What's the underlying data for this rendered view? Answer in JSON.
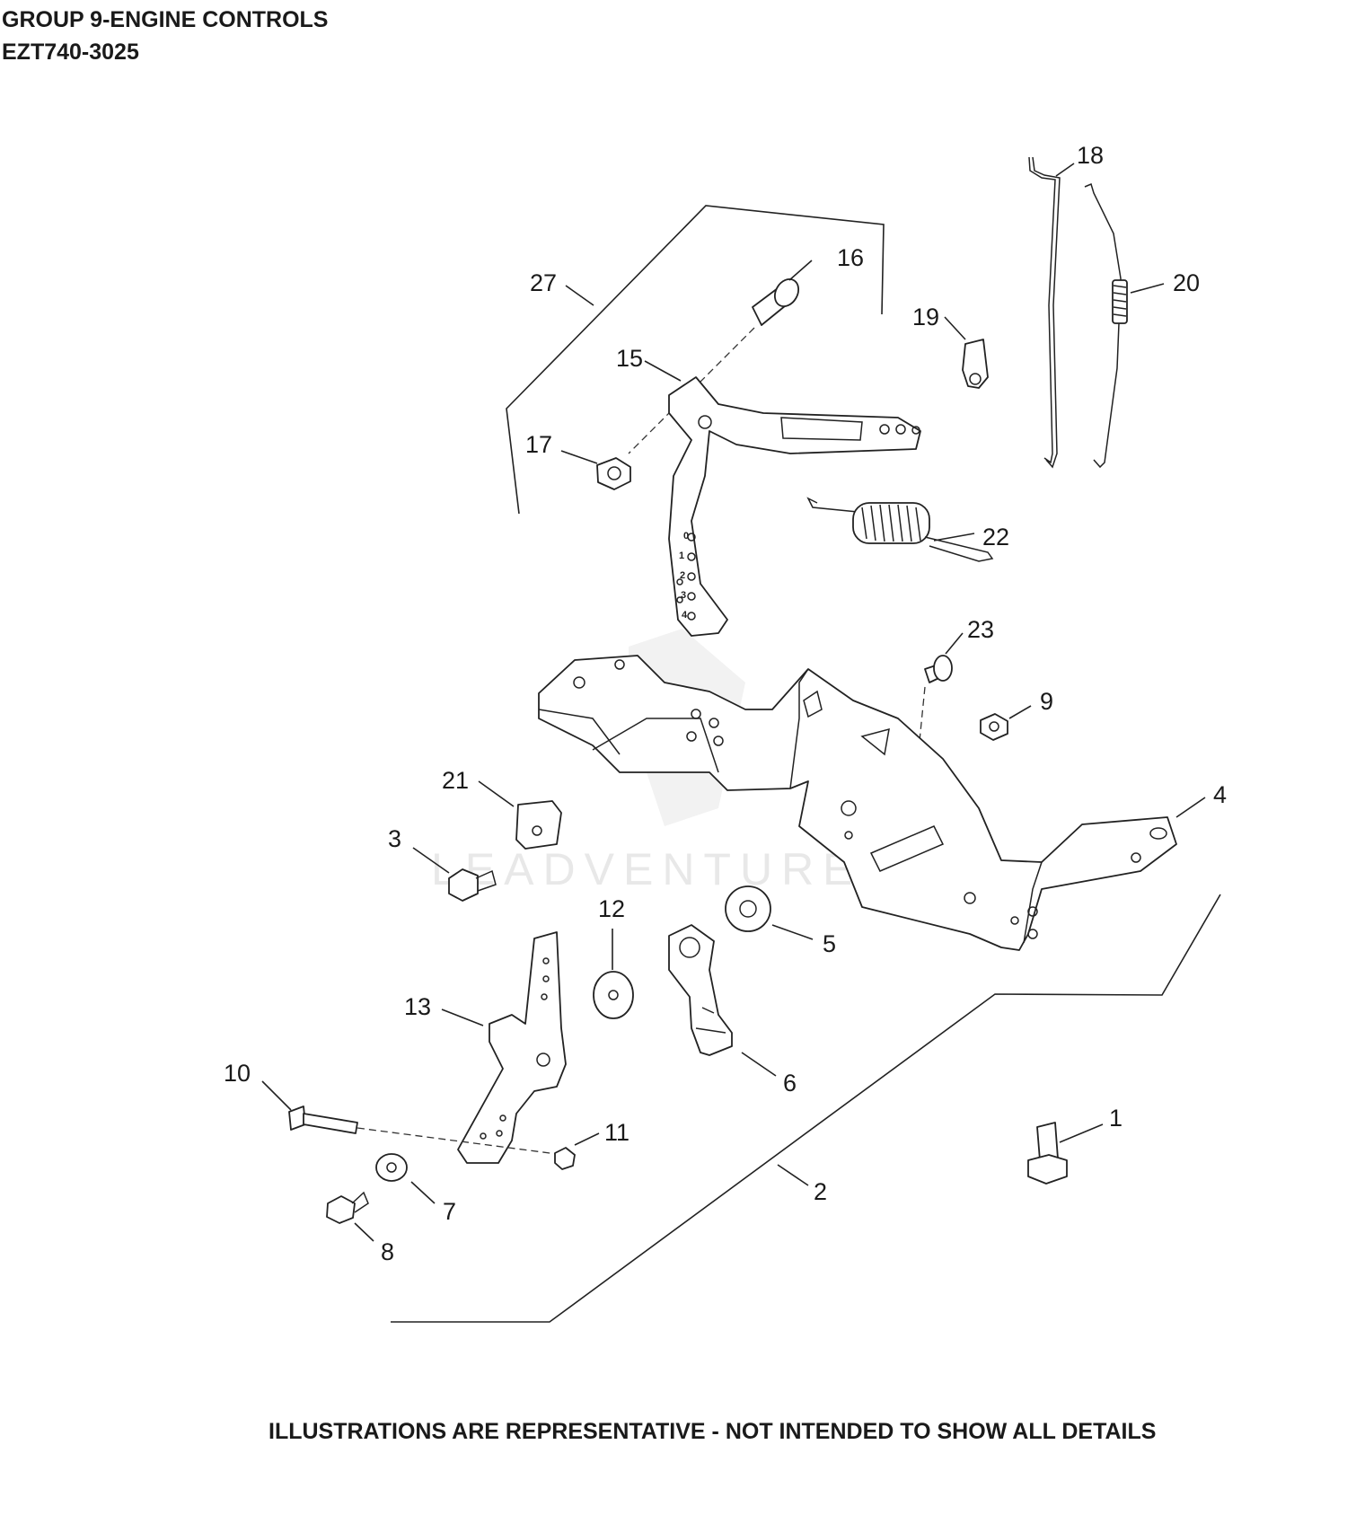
{
  "header": {
    "title": "GROUP 9-ENGINE CONTROLS",
    "model": "EZT740-3025"
  },
  "watermark": "LEADVENTURE",
  "footer": "ILLUSTRATIONS ARE REPRESENTATIVE - NOT INTENDED TO SHOW ALL DETAILS",
  "callouts": {
    "c1": "1",
    "c2": "2",
    "c3": "3",
    "c4": "4",
    "c5": "5",
    "c6": "6",
    "c7": "7",
    "c8": "8",
    "c9": "9",
    "c10": "10",
    "c11": "11",
    "c12": "12",
    "c13": "13",
    "c15": "15",
    "c16": "16",
    "c17": "17",
    "c18": "18",
    "c19": "19",
    "c20": "20",
    "c21": "21",
    "c22": "22",
    "c23": "23",
    "c27": "27"
  },
  "throttle_scale": [
    "0",
    "1",
    "2",
    "3",
    "4"
  ]
}
